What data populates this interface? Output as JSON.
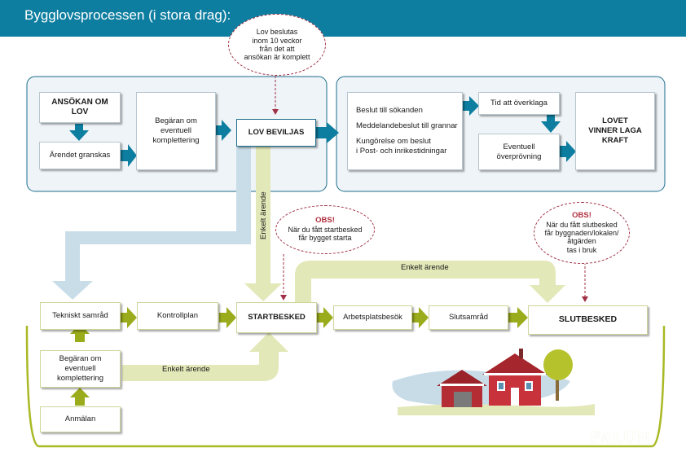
{
  "header": {
    "title": "Bygglovsprocessen (i stora drag):"
  },
  "colors": {
    "header": "#0e7ea0",
    "blue_arrow": "#0e7ea0",
    "green_arrow": "#9aab1c",
    "pale_blue": "#c9dde8",
    "pale_green": "#e3e8b8",
    "obs": "#b0303f"
  },
  "callouts": {
    "top": {
      "lines": [
        "Lov beslutas",
        "inom 10 veckor",
        "från det att",
        "ansökan är komplett"
      ]
    },
    "start": {
      "obs": "OBS!",
      "lines": [
        "När du fått startbesked",
        "får bygget starta"
      ]
    },
    "end": {
      "obs": "OBS!",
      "lines": [
        "När du fått slutbesked",
        "får byggnaden/lokalen/",
        "åtgärden",
        "tas i bruk"
      ]
    }
  },
  "nodes": {
    "ansokan": "ANSÖKAN OM LOV",
    "granskas": "Ärendet granskas",
    "begaran": "Begäran om eventuell komplettering",
    "beviljas": "LOV BEVILJAS",
    "beslut": [
      "Beslut till sökanden",
      "Meddelandebeslut till grannar",
      "Kungörelse om beslut",
      "i Post- och inrikestidningar"
    ],
    "overklaga": "Tid att överklaga",
    "overprovning": "Eventuell överprövning",
    "lovet": "LOVET VINNER LAGA KRAFT",
    "tekniskt": "Tekniskt samråd",
    "kontrollplan": "Kontrollplan",
    "startbesked": "STARTBESKED",
    "arbetsplats": "Arbetsplatsbesök",
    "slutsamrad": "Slutsamråd",
    "slutbesked": "SLUTBESKED",
    "begaran2": "Begäran om eventuell komplettering",
    "anmalan": "Anmälan"
  },
  "labels": {
    "enkelt_vertical": "Enkelt ärende",
    "enkelt_top": "Enkelt ärende",
    "enkelt_bottom": "Enkelt ärende"
  },
  "icons": [
    "house-illustration-icon",
    "tree-icon"
  ],
  "logo": "FALUN"
}
